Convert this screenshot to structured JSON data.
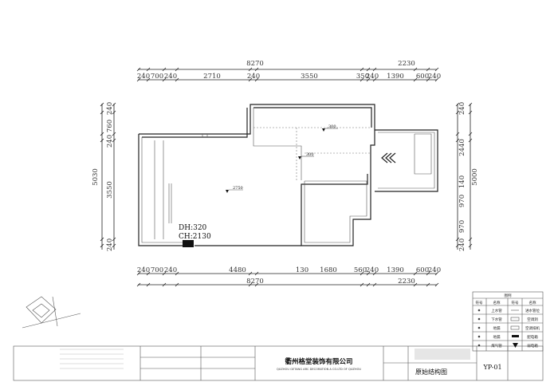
{
  "dims": {
    "top_total_main": "8270",
    "top_total_side": "2230",
    "top_parts": [
      "240",
      "700",
      "240",
      "2710",
      "240",
      "3550",
      "350",
      "240",
      "1390",
      "600",
      "240"
    ],
    "bottom_parts": [
      "240",
      "700",
      "240",
      "4480",
      "130",
      "1680",
      "560",
      "240",
      "1390",
      "600",
      "240"
    ],
    "bottom_total_main": "8270",
    "bottom_total_side": "2230",
    "left_total": "5030",
    "left_parts": [
      "240",
      "760",
      "240",
      "3550",
      "240"
    ],
    "right_total": "5000",
    "right_parts": [
      "240",
      "2440",
      "140",
      "970",
      "970",
      "240"
    ]
  },
  "annotations": {
    "level_1": "300",
    "level_2": "300",
    "level_3": "2750",
    "dh": "DH:320",
    "ch": "CH:2130"
  },
  "legend": {
    "title": "图例",
    "headers": [
      "符号",
      "名称",
      "符号",
      "名称"
    ],
    "rows": [
      [
        "上水管",
        "进水管位"
      ],
      [
        "下水管",
        "空调洞"
      ],
      [
        "地漏",
        "空调排机"
      ],
      [
        "地漏",
        "配电箱"
      ],
      [
        "煤气管",
        "弱电箱"
      ]
    ]
  },
  "title_block": {
    "company_cn": "衢州格堂装饰有限公司",
    "company_en": "QUZHOU GETANG ARC DECORATION  A CO.LTD OF QUZHOU",
    "drawing_title": "原始结构图",
    "drawing_code": "YP-01"
  }
}
